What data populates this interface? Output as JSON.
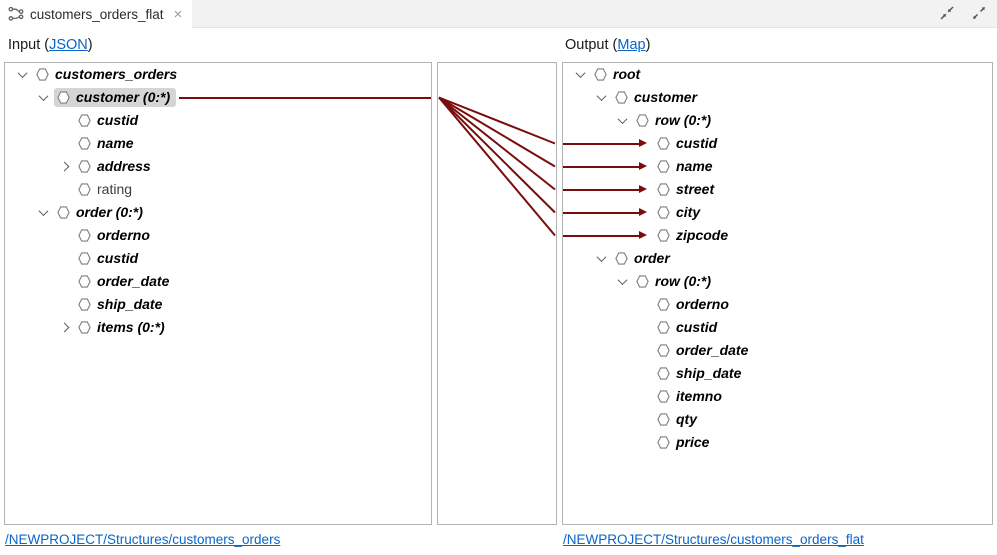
{
  "tab": {
    "title": "customers_orders_flat",
    "close_glyph": "×",
    "icon": "mapping-structure-icon"
  },
  "window_controls": {
    "restore_icon": "diagonal-arrows-inward-icon",
    "maximize_icon": "diagonal-arrows-outward-icon"
  },
  "input_panel": {
    "header": {
      "prefix": "Input (",
      "link": "JSON",
      "suffix": ")"
    },
    "footer_link": "/NEWPROJECT/Structures/customers_orders",
    "tree": [
      {
        "label": "customers_orders",
        "level": 0,
        "expand": "open",
        "emph": true
      },
      {
        "label": "customer (0:*)",
        "level": 1,
        "expand": "open",
        "emph": true,
        "selected": true,
        "map_source": true
      },
      {
        "label": "custid",
        "level": 2,
        "expand": null,
        "emph": true
      },
      {
        "label": "name",
        "level": 2,
        "expand": null,
        "emph": true
      },
      {
        "label": "address",
        "level": 2,
        "expand": "closed",
        "emph": true
      },
      {
        "label": "rating",
        "level": 2,
        "expand": null,
        "emph": false
      },
      {
        "label": "order (0:*)",
        "level": 1,
        "expand": "open",
        "emph": true
      },
      {
        "label": "orderno",
        "level": 2,
        "expand": null,
        "emph": true
      },
      {
        "label": "custid",
        "level": 2,
        "expand": null,
        "emph": true
      },
      {
        "label": "order_date",
        "level": 2,
        "expand": null,
        "emph": true
      },
      {
        "label": "ship_date",
        "level": 2,
        "expand": null,
        "emph": true
      },
      {
        "label": "items (0:*)",
        "level": 2,
        "expand": "closed",
        "emph": true
      }
    ]
  },
  "output_panel": {
    "header": {
      "prefix": "Output (",
      "link": "Map",
      "suffix": ")"
    },
    "footer_link": "/NEWPROJECT/Structures/customers_orders_flat",
    "tree": [
      {
        "label": "root",
        "level": 0,
        "expand": "open",
        "emph": true
      },
      {
        "label": "customer",
        "level": 1,
        "expand": "open",
        "emph": true
      },
      {
        "label": "row (0:*)",
        "level": 2,
        "expand": "open",
        "emph": true
      },
      {
        "label": "custid",
        "level": 3,
        "expand": null,
        "emph": true,
        "map_target": true
      },
      {
        "label": "name",
        "level": 3,
        "expand": null,
        "emph": true,
        "map_target": true
      },
      {
        "label": "street",
        "level": 3,
        "expand": null,
        "emph": true,
        "map_target": true
      },
      {
        "label": "city",
        "level": 3,
        "expand": null,
        "emph": true,
        "map_target": true
      },
      {
        "label": "zipcode",
        "level": 3,
        "expand": null,
        "emph": true,
        "map_target": true
      },
      {
        "label": "order",
        "level": 1,
        "expand": "open",
        "emph": true
      },
      {
        "label": "row (0:*)",
        "level": 2,
        "expand": "open",
        "emph": true
      },
      {
        "label": "orderno",
        "level": 3,
        "expand": null,
        "emph": true
      },
      {
        "label": "custid",
        "level": 3,
        "expand": null,
        "emph": true
      },
      {
        "label": "order_date",
        "level": 3,
        "expand": null,
        "emph": true
      },
      {
        "label": "ship_date",
        "level": 3,
        "expand": null,
        "emph": true
      },
      {
        "label": "itemno",
        "level": 3,
        "expand": null,
        "emph": true
      },
      {
        "label": "qty",
        "level": 3,
        "expand": null,
        "emph": true
      },
      {
        "label": "price",
        "level": 3,
        "expand": null,
        "emph": true
      }
    ]
  },
  "mapping": {
    "source_row_index": 1,
    "target_row_indices": [
      3,
      4,
      5,
      6,
      7
    ],
    "line_color": "#7a0c0c"
  },
  "colors": {
    "link_blue": "#0a64c8",
    "selection_gray": "#d5d5d5",
    "panel_border": "#b3b3b3",
    "map_red": "#7a0c0c",
    "tabbar_gray": "#f2f2f2"
  }
}
